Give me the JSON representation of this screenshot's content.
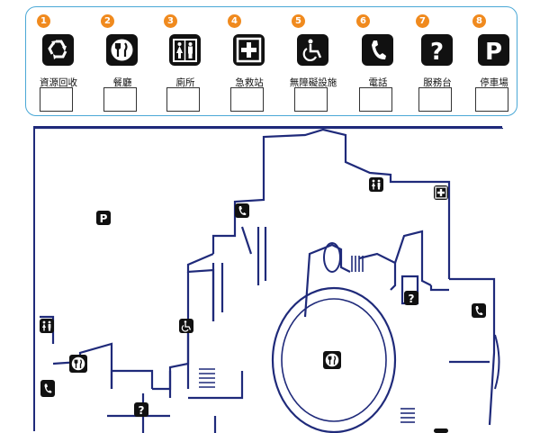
{
  "legend": {
    "items": [
      {
        "number": "1",
        "label": "資源回收",
        "icon": "recycle-icon"
      },
      {
        "number": "2",
        "label": "餐廳",
        "icon": "restaurant-icon"
      },
      {
        "number": "3",
        "label": "廁所",
        "icon": "restroom-icon"
      },
      {
        "number": "4",
        "label": "急救站",
        "icon": "first-aid-icon"
      },
      {
        "number": "5",
        "label": "無障礙設施",
        "icon": "accessibility-icon"
      },
      {
        "number": "6",
        "label": "電話",
        "icon": "telephone-icon"
      },
      {
        "number": "7",
        "label": "服務台",
        "icon": "information-icon"
      },
      {
        "number": "8",
        "label": "停車場",
        "icon": "parking-icon"
      }
    ],
    "icon_glyphs": {
      "information": "?",
      "parking": "P"
    }
  },
  "colors": {
    "accent_orange": "#f08a1e",
    "legend_border": "#4aa8d6",
    "map_lines": "#1f2a7a",
    "icon_bg": "#111111"
  }
}
